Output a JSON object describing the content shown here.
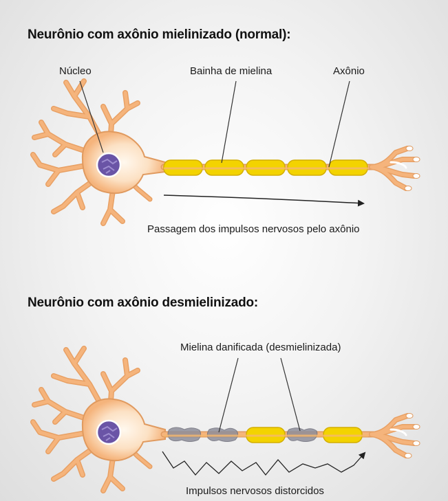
{
  "sections": [
    {
      "title": "Neurônio com axônio mielinizado (normal):",
      "labels": {
        "nucleus": "Núcleo",
        "myelin": "Bainha de mielina",
        "axon": "Axônio"
      },
      "caption": "Passagem dos impulsos nervosos pelo axônio"
    },
    {
      "title": "Neurônio com axônio desmielinizado:",
      "labels": {
        "damaged": "Mielina danificada (desmielinizada)"
      },
      "caption": "Impulsos nervosos distorcidos"
    }
  ],
  "colors": {
    "neuron_body": "#f5b47c",
    "neuron_outline": "#e09a5f",
    "nucleus": "#6a54a6",
    "myelin": "#f3d300",
    "myelin_outline": "#d3ae00",
    "damaged_myelin": "#8e8e9a"
  }
}
